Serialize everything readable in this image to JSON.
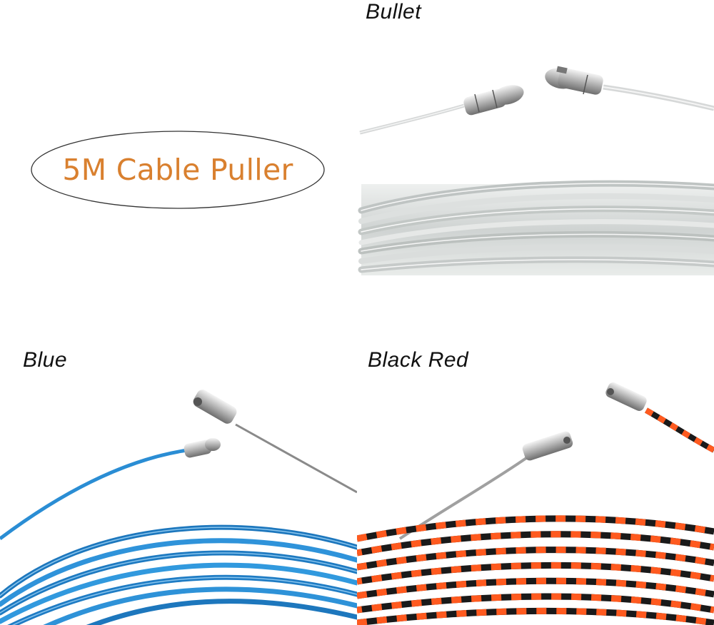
{
  "title": "5M Cable Puller",
  "variants": [
    {
      "label": "Bullet",
      "color": "#d9dcdc"
    },
    {
      "label": "Blue",
      "color": "#2b8fd6"
    },
    {
      "label": "Black Red",
      "colors": [
        "#ff5a1f",
        "#1a1a1a"
      ]
    }
  ],
  "colors": {
    "title_text": "#d9802f",
    "ellipse_stroke": "#333333"
  }
}
